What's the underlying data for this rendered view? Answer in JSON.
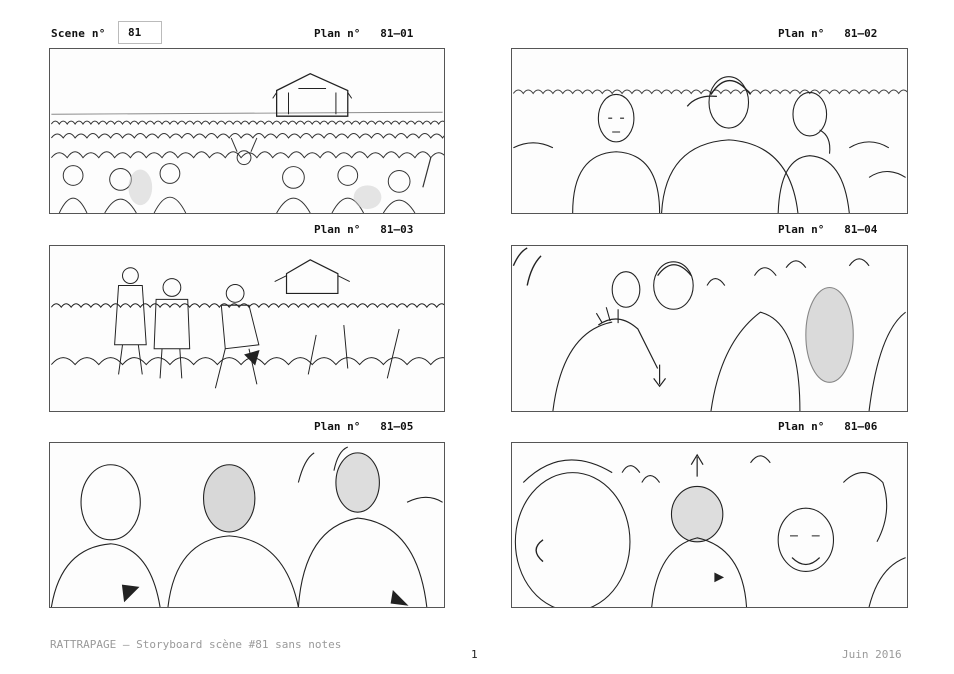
{
  "header": {
    "scene_label": "Scene n°",
    "scene_number": "81"
  },
  "plans": [
    {
      "label": "Plan n°",
      "number": "81—01",
      "sketch": "wide-crowd-stage"
    },
    {
      "label": "Plan n°",
      "number": "81—02",
      "sketch": "three-people-in-crowd"
    },
    {
      "label": "Plan n°",
      "number": "81—03",
      "sketch": "three-walking-through-crowd"
    },
    {
      "label": "Plan n°",
      "number": "81—04",
      "sketch": "pushing-through-crowd"
    },
    {
      "label": "Plan n°",
      "number": "81—05",
      "sketch": "crowd-from-behind"
    },
    {
      "label": "Plan n°",
      "number": "81—06",
      "sketch": "close-faces-in-crowd"
    }
  ],
  "footer": {
    "title": "RATTRAPAGE — Storyboard scène #81 sans notes",
    "page_number": "1",
    "date": "Juin 2016"
  }
}
